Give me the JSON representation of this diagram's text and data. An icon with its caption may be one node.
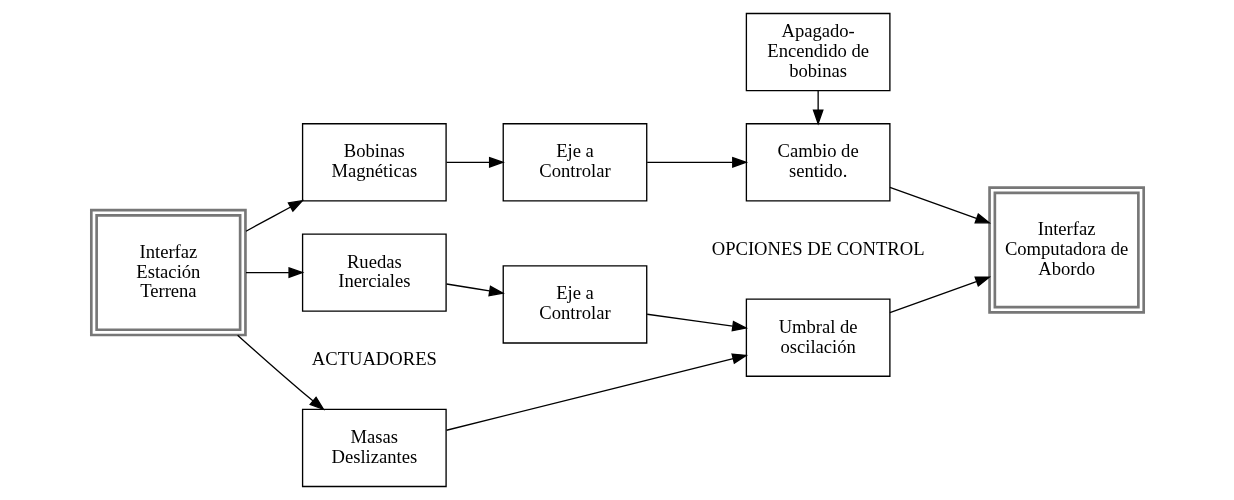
{
  "diagram": {
    "nodes": [
      {
        "text": [
          "Interfaz Estación Terrena"
        ]
      },
      {
        "text": [
          "Masas Deslizantes"
        ]
      },
      {
        "text": [
          "Ruedas Inerciales"
        ]
      },
      {
        "text": [
          "Bobinas Magnéticas"
        ]
      },
      {
        "text": [
          "Eje a Controlar"
        ]
      },
      {
        "text": [
          "Eje a Controlar"
        ]
      },
      {
        "text": [
          "Umbral de oscilación"
        ]
      },
      {
        "text": [
          "Cambio de sentido."
        ]
      },
      {
        "text": [
          "Apagado- Encendido de bobinas"
        ]
      },
      {
        "text": [
          "Interfaz Computadora de Abordo"
        ]
      }
    ],
    "edges": [
      {
        "from": 0,
        "to": 1,
        "arrow": "to"
      },
      {
        "from": 0,
        "to": 2,
        "arrow": "to"
      },
      {
        "from": 0,
        "to": 3,
        "arrow": "to"
      },
      {
        "from": 1,
        "to": 6,
        "arrow": "to"
      },
      {
        "from": 2,
        "to": 4,
        "arrow": "to"
      },
      {
        "from": 3,
        "to": 5,
        "arrow": "to"
      },
      {
        "from": 4,
        "to": 6,
        "arrow": "to"
      },
      {
        "from": 5,
        "to": 7,
        "arrow": "to"
      },
      {
        "from": 8,
        "to": 7,
        "arrow": "to"
      },
      {
        "from": 6,
        "to": 9,
        "arrow": "to"
      },
      {
        "from": 7,
        "to": 9,
        "arrow": "to"
      }
    ],
    "labels": [
      "OPCIONES DE CONTROL",
      "ACTUADORES"
    ]
  }
}
